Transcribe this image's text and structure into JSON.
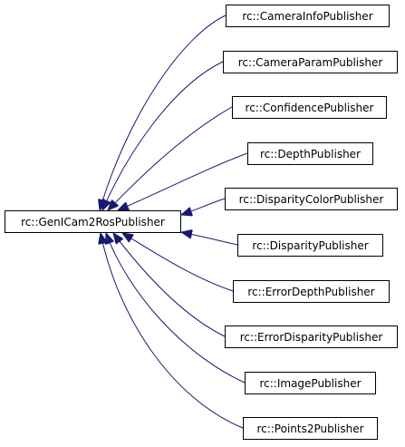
{
  "diagram": {
    "type": "class-inheritance",
    "colors": {
      "edge": "#191970",
      "box_border": "#000000",
      "box_fill": "#ffffff",
      "text": "#000000",
      "background": "#ffffff"
    },
    "base": {
      "label": "rc::GenICam2RosPublisher"
    },
    "derived": [
      {
        "label": "rc::CameraInfoPublisher"
      },
      {
        "label": "rc::CameraParamPublisher"
      },
      {
        "label": "rc::ConfidencePublisher"
      },
      {
        "label": "rc::DepthPublisher"
      },
      {
        "label": "rc::DisparityColorPublisher"
      },
      {
        "label": "rc::DisparityPublisher"
      },
      {
        "label": "rc::ErrorDepthPublisher"
      },
      {
        "label": "rc::ErrorDisparityPublisher"
      },
      {
        "label": "rc::ImagePublisher"
      },
      {
        "label": "rc::Points2Publisher"
      }
    ]
  }
}
